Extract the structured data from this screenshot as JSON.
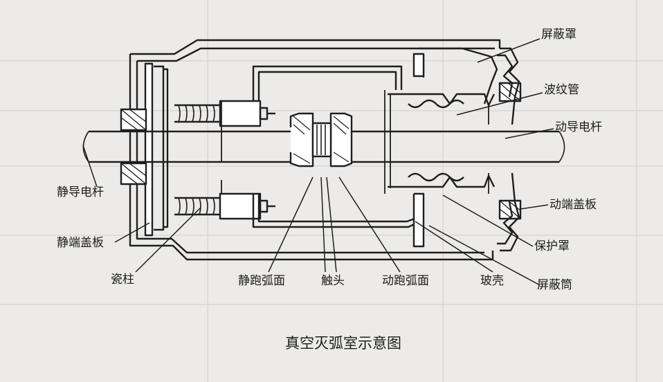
{
  "diagram": {
    "caption": "真空灭弧室示意图",
    "labels": {
      "shield_cover": "屏蔽罩",
      "bellows": "波纹管",
      "moving_rod": "动导电杆",
      "static_rod": "静导电杆",
      "moving_end_plate": "动端盖板",
      "static_end_plate": "静端盖板",
      "protective_cover": "保护罩",
      "porcelain_post": "瓷柱",
      "static_arc_face": "静跑弧面",
      "contact": "触头",
      "moving_arc_face": "动跑弧面",
      "glass_shell": "玻壳",
      "shield_tube": "屏蔽筒"
    }
  }
}
